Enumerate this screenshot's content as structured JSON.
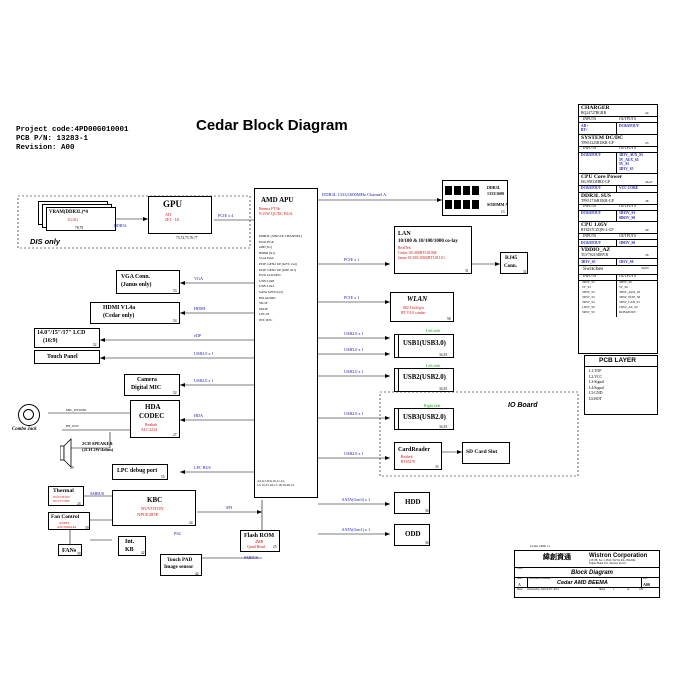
{
  "title": "Cedar Block Diagram",
  "project": {
    "code": "Project code:4PD00G010001",
    "pn": "PCB P/N:  13283-1",
    "rev": "Revision:  A00"
  },
  "gpu": {
    "label": "GPU",
    "sub1": "ATI",
    "sub2": "JET - LE",
    "pages": "73,74,75,76,77",
    "vram_label": "VRAM(DDR3L)*4",
    "vram_sub": "1G/2G",
    "vram_pages": "78,79",
    "ddr_label": "DDR3L",
    "dis_only": "DIS only",
    "pcie_x4": "PCIE x 4"
  },
  "apu": {
    "title": "AMD APU",
    "sub1": "Beema FT3b",
    "sub2": "9/15W QC/DC BGA",
    "features": [
      "DDR3L (SINGLE CHANNEL)",
      "DUO EGP",
      "eDP (X1)",
      "HDMI (X1)",
      "VGA DAC",
      "PCIE GEN2 UP (GFX 1x4)",
      "PCIE GEN2 UP (GPP 4x1)",
      "EVD CLKGEN",
      "USB 2.0x8",
      "USB 3.0x2",
      "SATA GEN3 (x2)",
      "HD AUDIO",
      "SD-IF",
      "SPI-IF",
      "LPC-IF",
      "INT. RTC"
    ],
    "pages": "4,5,6,7,8,9,10,11,12,\n13,14,15,16,17,18,19,20,21"
  },
  "ddr_channel": "DDR3L 1333/1600MHz Channel A",
  "sodimm": {
    "label1": "DDR3L",
    "label2": "1333/1600",
    "label3": "SODIMM A",
    "page": "13"
  },
  "lan": {
    "line1": "LAN",
    "line2": "10/100 & 10/100/1000 co-lay",
    "vendor": "RealTek",
    "part1": "Cedar:10/100(RTL8106E",
    "part2": "Janus:10/100/1000(RTL8111G",
    "page": "31",
    "pcie": "PCIE x 1"
  },
  "rj45": {
    "label1": "RJ45",
    "label2": "Conn.",
    "page": "31"
  },
  "wlan": {
    "label": "WLAN",
    "sub1": "802.11a/b/g/n",
    "sub2": "BT V4.0 combo",
    "page": "58",
    "pcie": "PCIE x 1"
  },
  "usb": {
    "left_side": "Left side",
    "right_side": "Right side",
    "usb1": "USB1(USB3.0)",
    "usb1_page": "34,35",
    "usb2": "USB2(USB2.0)",
    "usb2_page": "34,35",
    "usb3": "USB3(USB2.0)",
    "usb3_page": "34,35",
    "links": [
      "USB2.0 x 1",
      "USB3.0 x 1",
      "USB2.0 x 1",
      "USB2.0 x 1",
      "USB2.0 x 1"
    ]
  },
  "io_board": "IO Board",
  "cardreader": {
    "label": "CardReader",
    "vendor": "Realtek",
    "part": "RTS5170",
    "page": "33"
  },
  "sdcard": "SD Card Slot",
  "hdd": {
    "label": "HDD",
    "page": "36",
    "link": "SATA(Gen3) x 1"
  },
  "odd": {
    "label": "ODD",
    "page": "36",
    "link": "SATA(Gen1) x 1"
  },
  "vga": {
    "label1": "VGA Conn.",
    "label2": "(Janus only)",
    "page": "53",
    "link": "VGA"
  },
  "hdmi": {
    "label1": "HDMI V1.4a",
    "label2": "(Cedar only)",
    "page": "54",
    "link": "HDMI"
  },
  "lcd": {
    "label1": "14.0\"/15\"/17\" LCD",
    "label2": "(16:9)",
    "page": "52",
    "link": "eDP"
  },
  "touch": {
    "label": "Touch Panel",
    "link": "USB2.0 x 1"
  },
  "camera": {
    "label1": "Camera",
    "label2": "Digital MIC",
    "page": "52",
    "link": "USB2.0 x 1"
  },
  "hda": {
    "label1": "HDA",
    "label2": "CODEC",
    "vendor": "Realtek",
    "part": "ALC3234",
    "page": "27",
    "link": "HDA"
  },
  "combo_jack": "Combo Jack",
  "mic_label": "MIC_IN/GND",
  "hp_label": "HP_OUT",
  "speaker": {
    "label1": "2CH SPEAKER",
    "label2": "(2CH 2W/4ohm)",
    "page": "29"
  },
  "lpc_debug": {
    "label": "LPC debug port",
    "page": "55",
    "link": "LPC BUS"
  },
  "kbc": {
    "label": "KBC",
    "vendor": "NUVOTON",
    "part": "NPCE285P",
    "page": "24",
    "spi": "SPI",
    "ps2": "PS2"
  },
  "thermal": {
    "label": "Thermal",
    "vendor": "NUVOTON",
    "part": "NCT7718W",
    "page": "24",
    "link": "SMBUS"
  },
  "fan": {
    "label": "Fan Control",
    "vendor": "ANPEC",
    "part": "APL5606AKI",
    "page": "39"
  },
  "fans": {
    "label": "FANs",
    "page": "39"
  },
  "kb": {
    "label1": "Int.",
    "label2": "KB",
    "page": "42"
  },
  "flash": {
    "label": "Flash ROM",
    "size": "4MB",
    "type": "Quad Read",
    "page": "25"
  },
  "touchpad": {
    "label1": "Touch PAD",
    "label2": "Image sensor",
    "page": "42",
    "link": "SMBUS"
  },
  "power_table": {
    "charger": {
      "title": "CHARGER",
      "part": "BQ24727RGRR",
      "page": "44",
      "in_head": "INPUTS",
      "out_head": "OUTPUTS",
      "in": "AD+\nBT+",
      "out": "DCBATOUT"
    },
    "sysdc": {
      "title": "SYSTEM DC/DC",
      "part": "TPS51225RUKR-GP",
      "page": "45",
      "in_head": "INPUTS",
      "out_head": "OUTPUTS",
      "in": "DCBATOUT",
      "out": "3D3V_AUX_S5\n5V_AUX_S5\n5V_S5\n3D3V_S5"
    },
    "cpu": {
      "title": "CPU Core Power",
      "part": "ISL95813HRZ-GP",
      "page": "46,47",
      "in": "DCBATOUT",
      "out": "VCC CORE"
    },
    "ddr": {
      "title": "DDR3L SUS",
      "part": "TPS51716RUKR-GP",
      "page": "48",
      "in_head": "INPUTS",
      "out_head": "OUTPUTS",
      "in": "DCBATOUT",
      "out": "1D35V_S3\n0D65V_S0"
    },
    "cpu105": {
      "title": "CPU 1.05V",
      "part": "RT8237CZQW-2-GP",
      "page": "49",
      "in_head": "INPUTS",
      "out_head": "OUTPUTS",
      "in": "DCBATOUT",
      "out": "1D05V_S0"
    },
    "vddio": {
      "title": "VDDIO_AZ",
      "part": "TLV70215DBVR",
      "page": "36",
      "in": "3D3V_S5",
      "out": "1D5V_S0"
    },
    "switches": {
      "title": "Switches",
      "page": "30,63",
      "in_head": "INPUTS",
      "out_head": "OUTPUTS",
      "rows": [
        [
          "3D3V_S5",
          "3D3V_S0"
        ],
        [
          "5V_S5",
          "5V_S0"
        ],
        [
          "3D3V_S5",
          "3D3V_AUX_S5"
        ],
        [
          "3D3V_S5",
          "3D3V_PCIE_S0"
        ],
        [
          "3D3V_S5",
          "3D3V_LAN_S5"
        ],
        [
          "1D5V_S0",
          "1D5V_AZ_S0"
        ],
        [
          "3D3V_S5",
          "DCBATOUT"
        ]
      ]
    }
  },
  "pcb_layer": {
    "title": "PCB LAYER",
    "layers": [
      "L1:TOP",
      "L2:VCC",
      "L3:Signal",
      "L4:Signal",
      "L5:GND",
      "L6:BOT"
    ]
  },
  "title_block": {
    "company_cn": "緯創資通",
    "company": "Wistron Corporation",
    "address1": "21F, 88, Sec.1, Hsin Tai Wu Rd., Hsichih,",
    "address2": "Taipei Hsien 221, Taiwan, R.O.C.",
    "title_label": "Title",
    "title": "Block Diagram",
    "size_label": "Size",
    "size": "A",
    "doc_label": "Document Number",
    "doc": "Cedar AMD BEEMA",
    "rev_label": "Rev",
    "rev": "A00",
    "date_label": "Date:",
    "date": "Wednesday, March 05, 2014",
    "sheet_label": "Sheet",
    "sheet": "1",
    "of_label": "of",
    "of": "100",
    "small_note": "Cedar CBK 11"
  }
}
